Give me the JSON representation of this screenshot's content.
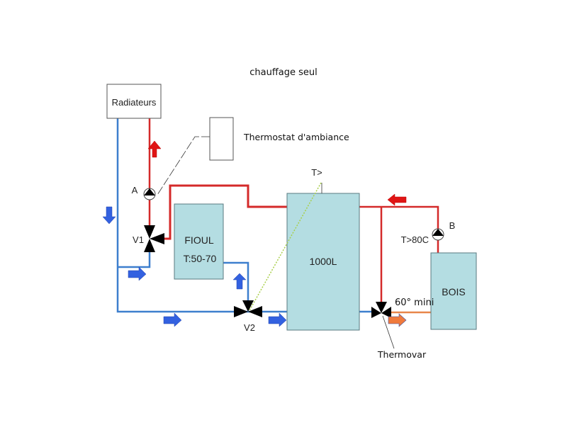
{
  "title": "chauffage seul",
  "components": {
    "radiateurs": "Radiateurs",
    "thermostat": "Thermostat d'ambiance",
    "fioul_name": "FIOUL",
    "fioul_temp": "T:50-70",
    "tank": "1000L",
    "bois": "BOIS"
  },
  "pumps": {
    "a_label": "A",
    "b_label": "B",
    "b_condition": "T>80C"
  },
  "valves": {
    "v1": "V1",
    "v2": "V2",
    "thermovar": "Thermovar",
    "thermovar_setting": "60° mini"
  },
  "sensor": {
    "label": "T>"
  },
  "colors": {
    "hot_pipe": "#d42a2a",
    "cold_pipe": "#3d7fce",
    "return_pipe": "#e8864a",
    "tank_fill": "#b4dde2",
    "flow_arrow_blue": "#3361e0",
    "flow_arrow_red": "#e01515",
    "flow_arrow_orange": "#f07a3c",
    "sensor_line": "#a8cf4a"
  }
}
